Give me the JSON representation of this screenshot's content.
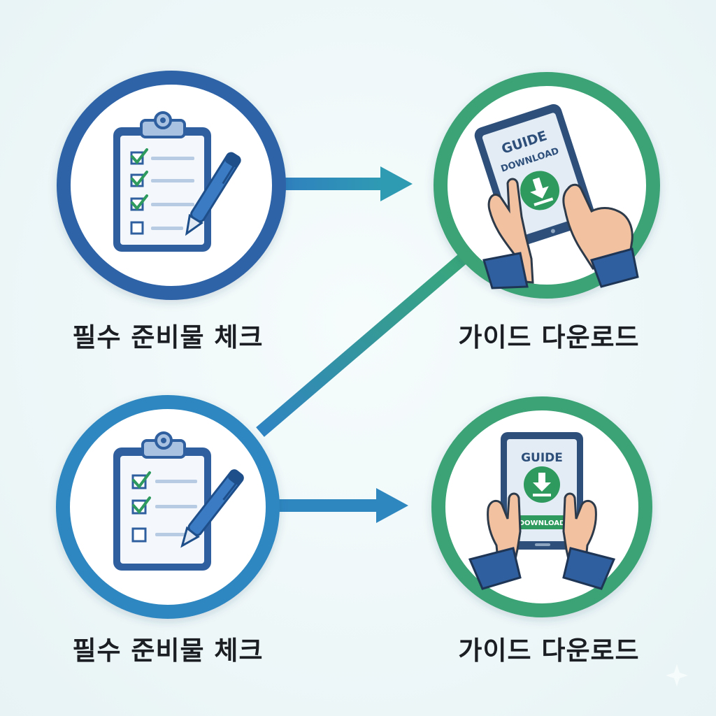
{
  "steps": [
    {
      "label": "필수 준비물 체크"
    },
    {
      "label": "가이드 다운로드"
    },
    {
      "label": "필수 준비물 체크"
    },
    {
      "label": "가이드 다운로드"
    }
  ],
  "tablet_top": {
    "line1": "GUIDE",
    "line2": "DOWNLOAD"
  },
  "tablet_bottom": {
    "title": "GUIDE",
    "button": "DOWNLOAD"
  },
  "colors": {
    "blue_dark": "#2f64a8",
    "blue_light": "#2f87c0",
    "green": "#3aa374",
    "check_green": "#2e9a5e"
  }
}
